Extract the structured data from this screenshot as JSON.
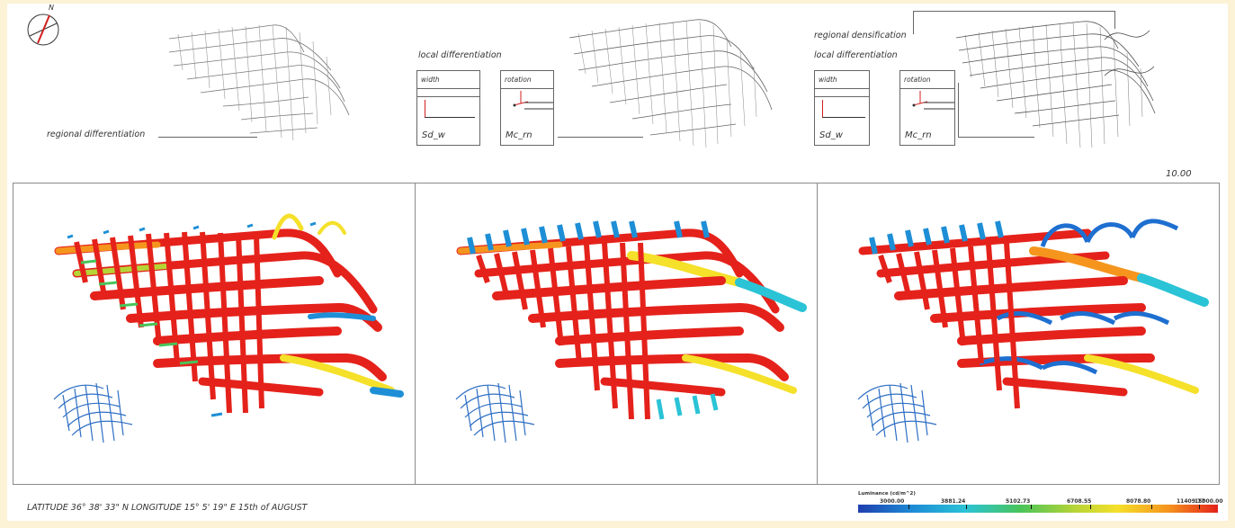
{
  "top": {
    "compass_label": "N",
    "regional_differentiation": "regional differentiation",
    "local_differentiation_1": "local differentiation",
    "regional_densification": "regional densification",
    "local_differentiation_2": "local differentiation",
    "box_width_title": "width",
    "box_width_code": "Sd_w",
    "box_rotation_title": "rotation",
    "box_rotation_code": "Mc_rn",
    "scale_value": "10.00"
  },
  "legend": {
    "title": "Luminance (cd/m^2)",
    "ticks": [
      "3000.00",
      "3881.24",
      "5102.73",
      "6708.55",
      "8078.80",
      "11409.77",
      "15000.00"
    ]
  },
  "footer": {
    "text": "LATITUDE  36° 38' 33\" N  LONGITUDE  15° 5' 19\" E   15th of AUGUST"
  },
  "colors": {
    "background": "#fcf2d6",
    "panel_border": "#8a8a8a",
    "hot": "#e4221b",
    "warm": "#f5951e",
    "mid": "#f5e02a",
    "green": "#49c45a",
    "cool": "#1e8fd6",
    "blue": "#2f6fc4"
  }
}
